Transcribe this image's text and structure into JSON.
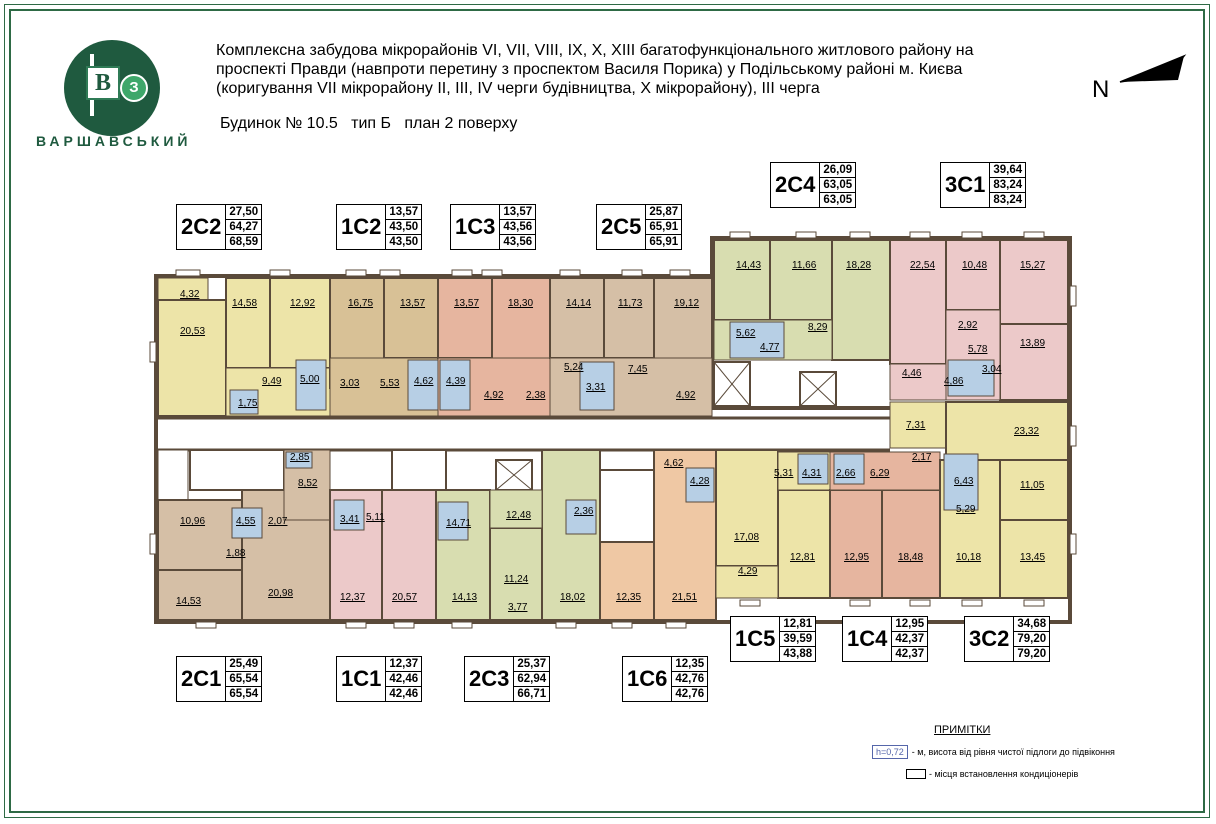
{
  "logo": {
    "text": "ВАРШАВСЬКИЙ",
    "letter_b": "В",
    "letter_z": "З"
  },
  "title_lines": [
    "Комплексна забудова мікрорайонів VI, VII, VIII, IX, X, XIII багатофункціонального житлового району на",
    "проспекті Правди (навпроти перетину з проспектом Василя Порика) у Подільському районі м. Києва",
    "(коригування VII мікрорайону ІІ, ІІІ, IV черги будівництва, Х мікрорайону), III черга"
  ],
  "subtitle": "Будинок № 10.5   тип Б   план 2 поверху",
  "compass": {
    "letter": "N"
  },
  "apartments": [
    {
      "code": "2С2",
      "areas": [
        "27,50",
        "64,27",
        "68,59"
      ]
    },
    {
      "code": "1С2",
      "areas": [
        "13,57",
        "43,50",
        "43,50"
      ]
    },
    {
      "code": "1С3",
      "areas": [
        "13,57",
        "43,56",
        "43,56"
      ]
    },
    {
      "code": "2С5",
      "areas": [
        "25,87",
        "65,91",
        "65,91"
      ]
    },
    {
      "code": "2С4",
      "areas": [
        "26,09",
        "63,05",
        "63,05"
      ]
    },
    {
      "code": "3С1",
      "areas": [
        "39,64",
        "83,24",
        "83,24"
      ]
    },
    {
      "code": "2С1",
      "areas": [
        "25,49",
        "65,54",
        "65,54"
      ]
    },
    {
      "code": "1С1",
      "areas": [
        "12,37",
        "42,46",
        "42,46"
      ]
    },
    {
      "code": "2С3",
      "areas": [
        "25,37",
        "62,94",
        "66,71"
      ]
    },
    {
      "code": "1С6",
      "areas": [
        "12,35",
        "42,76",
        "42,76"
      ]
    },
    {
      "code": "1С5",
      "areas": [
        "12,81",
        "39,59",
        "43,88"
      ]
    },
    {
      "code": "1С4",
      "areas": [
        "12,95",
        "42,37",
        "42,37"
      ]
    },
    {
      "code": "3С2",
      "areas": [
        "34,68",
        "79,20",
        "79,20"
      ]
    }
  ],
  "room_areas": [
    "4,32",
    "20,53",
    "14,58",
    "12,92",
    "9,49",
    "5,00",
    "1,75",
    "16,75",
    "13,57",
    "3,03",
    "5,53",
    "4,62",
    "13,57",
    "18,30",
    "4,39",
    "4,92",
    "2,38",
    "14,14",
    "11,73",
    "19,12",
    "5,24",
    "3,31",
    "7,45",
    "4,92",
    "14,43",
    "11,66",
    "18,28",
    "5,62",
    "4,77",
    "8,29",
    "22,54",
    "10,48",
    "15,27",
    "2,92",
    "5,78",
    "13,89",
    "4,46",
    "4,86",
    "3,04",
    "7,31",
    "23,32",
    "11,05",
    "6,43",
    "5,29",
    "2,17",
    "13,45",
    "10,18",
    "10,96",
    "14,53",
    "1,88",
    "4,55",
    "2,07",
    "8,52",
    "20,98",
    "2,85",
    "3,41",
    "5,11",
    "12,37",
    "20,57",
    "14,71",
    "14,13",
    "12,48",
    "11,24",
    "3,77",
    "18,02",
    "2,36",
    "12,35",
    "21,51",
    "4,62",
    "4,28",
    "17,08",
    "4,29",
    "12,81",
    "5,31",
    "4,31",
    "2,66",
    "12,95",
    "18,48",
    "6,29"
  ],
  "notes": {
    "title": "ПРИМІТКИ",
    "height_box": "h=0,72",
    "height_text": "- м, висота від рівня чистої підлоги до підвіконня",
    "ac_text": "- місця встановлення кондиціонерів"
  },
  "colors": {
    "frame": "#2e6a45",
    "yellow": "#ede4a8",
    "tan": "#d8c196",
    "salmon": "#e6b59f",
    "brown_light": "#d5bfa6",
    "green_light": "#d8ddb0",
    "pink": "#ecc9c9",
    "peach": "#efc8a4",
    "wet": "#b7cfe5",
    "corridor": "#ffffff",
    "wall": "#5a4a3a"
  }
}
